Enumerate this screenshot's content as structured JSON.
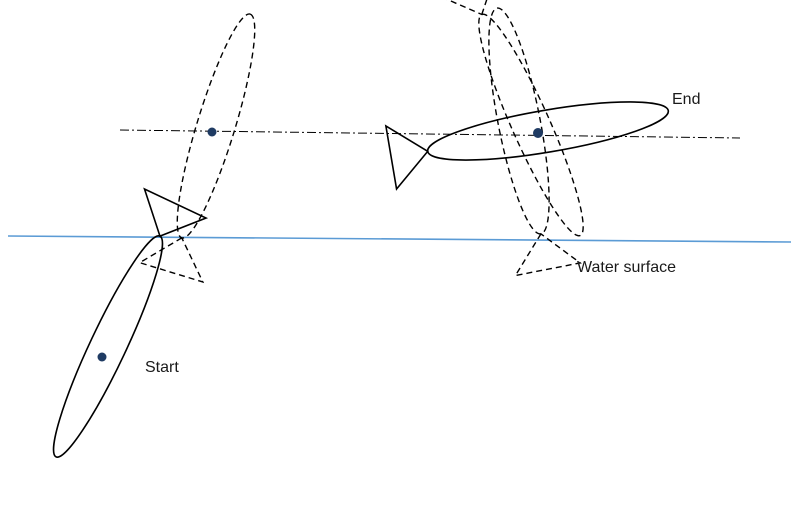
{
  "labels": {
    "start": "Start",
    "end": "End",
    "water_surface": "Water surface"
  },
  "colors": {
    "water_line": "#5b9bd5",
    "center_dot": "#1f3b63",
    "outline": "#000000"
  },
  "line_styles": {
    "fish_at_start_and_end": "solid",
    "intermediate_fish": "dashed",
    "centroid_trajectory_line": "dash-dot"
  }
}
